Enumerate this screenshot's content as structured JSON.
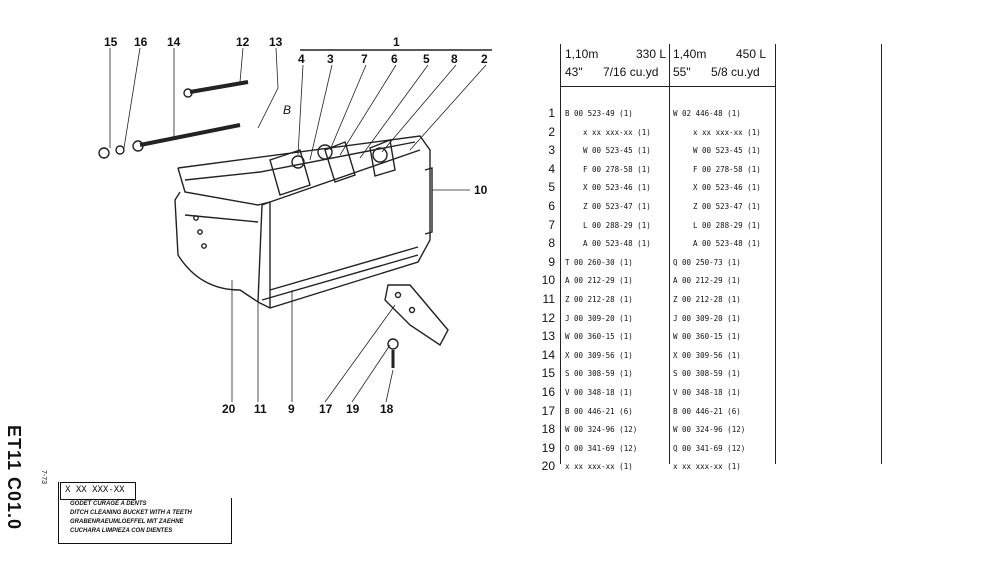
{
  "diagram": {
    "callouts_top": [
      "15",
      "16",
      "14",
      "12",
      "13",
      "1",
      "4",
      "3",
      "7",
      "6",
      "5",
      "8",
      "2"
    ],
    "callout_right": "10",
    "callouts_bottom": [
      "20",
      "11",
      "9",
      "17",
      "19",
      "18"
    ],
    "marker": "B"
  },
  "table": {
    "col1_header": {
      "line1_left": "1,10m",
      "line1_right": "330 L",
      "line2_left": "43\"",
      "line2_right": "7/16 cu.yd"
    },
    "col2_header": {
      "line1_left": "1,40m",
      "line1_right": "450 L",
      "line2_left": "55\"",
      "line2_right": "5/8 cu.yd"
    },
    "rows": [
      {
        "n": "1",
        "a": "B 00 523-49 (1)",
        "b": "W 02 446-48 (1)"
      },
      {
        "n": "2",
        "a": "x xx xxx-xx (1)",
        "b": "x xx xxx-xx (1)"
      },
      {
        "n": "3",
        "a": "W 00 523-45 (1)",
        "b": "W 00 523-45 (1)"
      },
      {
        "n": "4",
        "a": "F 00 278-58 (1)",
        "b": "F 00 278-58 (1)"
      },
      {
        "n": "5",
        "a": "X 00 523-46 (1)",
        "b": "X 00 523-46 (1)"
      },
      {
        "n": "6",
        "a": "Z 00 523-47 (1)",
        "b": "Z 00 523-47 (1)"
      },
      {
        "n": "7",
        "a": "L 00 288-29 (1)",
        "b": "L 00 288-29 (1)"
      },
      {
        "n": "8",
        "a": "A 00 523-48 (1)",
        "b": "A 00 523-48 (1)"
      },
      {
        "n": "9",
        "a": "T 00 260-30 (1)",
        "b": "Q 00 250-73 (1)"
      },
      {
        "n": "10",
        "a": "A 00 212-29 (1)",
        "b": "A 00 212-29 (1)"
      },
      {
        "n": "11",
        "a": "Z 00 212-28 (1)",
        "b": "Z 00 212-28 (1)"
      },
      {
        "n": "12",
        "a": "J 00 309-20 (1)",
        "b": "J 00 309-20 (1)"
      },
      {
        "n": "13",
        "a": "W 00 360-15 (1)",
        "b": "W 00 360-15 (1)"
      },
      {
        "n": "14",
        "a": "X 00 309-56 (1)",
        "b": "X 00 309-56 (1)"
      },
      {
        "n": "15",
        "a": "S 00 308-59 (1)",
        "b": "S 00 308-59 (1)"
      },
      {
        "n": "16",
        "a": "V 00 348-18 (1)",
        "b": "V 00 348-18 (1)"
      },
      {
        "n": "17",
        "a": "B 00 446-21 (6)",
        "b": "B 00 446-21 (6)"
      },
      {
        "n": "18",
        "a": "W 00 324-96 (12)",
        "b": "W 00 324-96 (12)"
      },
      {
        "n": "19",
        "a": "O 00 341-69 (12)",
        "b": "Q 00 341-69 (12)"
      },
      {
        "n": "20",
        "a": "x xx xxx-xx (1)",
        "b": "x xx xxx-xx (1)"
      }
    ]
  },
  "side_code": "ET11 C01.0",
  "date": "7-73",
  "ref_code": "X XX XXX-XX",
  "title_lines": [
    "GODET CURAGE A DENTS",
    "DITCH CLEANING BUCKET WITH A TEETH",
    "GRABENRAEUMLOEFFEL MIT ZAEHNE",
    "CUCHARA LIMPIEZA CON DIENTES"
  ]
}
